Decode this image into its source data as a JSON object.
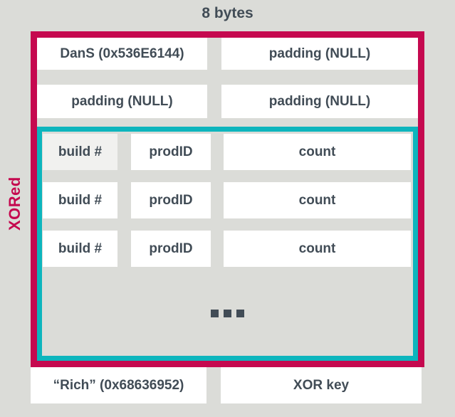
{
  "title": "8 bytes",
  "xored_label": "XORed",
  "rows": {
    "header": [
      [
        "DanS (0x536E6144)",
        "padding (NULL)"
      ],
      [
        "padding (NULL)",
        "padding (NULL)"
      ]
    ],
    "entries": [
      [
        "build #",
        "prodID",
        "count"
      ],
      [
        "build #",
        "prodID",
        "count"
      ],
      [
        "build #",
        "prodID",
        "count"
      ]
    ],
    "ellipsis": "...",
    "footer": [
      "“Rich” (0x68636952)",
      "XOR key"
    ]
  },
  "colors": {
    "background": "#DBDCD8",
    "outer_border": "#C5094F",
    "inner_border": "#0DB5BD",
    "box_fill": "#FFFFFF",
    "box_fill_muted": "#F1F1EF",
    "text": "#414C56",
    "xored_text": "#C5094F"
  }
}
